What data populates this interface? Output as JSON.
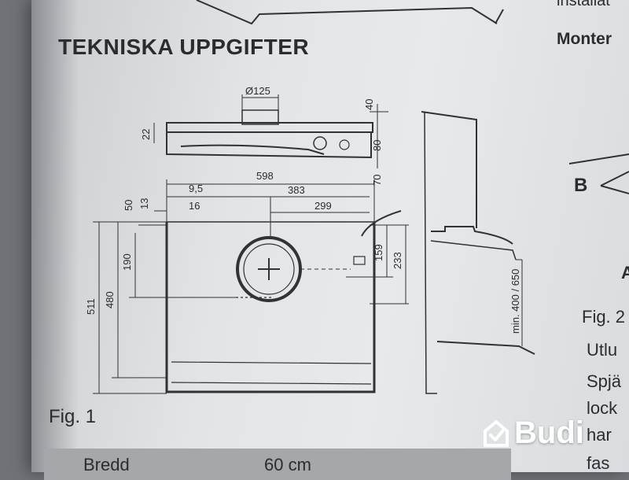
{
  "page": {
    "title": "TEKNISKA UPPGIFTER",
    "figure_caption": "Fig. 1"
  },
  "right_column": {
    "top_text": "installat",
    "heading": "Monter",
    "label_b": "B",
    "label_a": "A",
    "fig2": "Fig. 2",
    "lines": [
      "Utlu",
      "Spjä",
      "lock",
      "har",
      "fas"
    ]
  },
  "drawing": {
    "labels": {
      "duct_diameter": "Ø125",
      "height_40": "40",
      "height_22": "22",
      "height_80": "80",
      "height_70": "70",
      "width_598": "598",
      "offset_9_5": "9,5",
      "offset_383": "383",
      "offset_50": "50",
      "offset_13": "13",
      "offset_16": "16",
      "offset_299": "299",
      "depth_511": "511",
      "depth_480": "480",
      "depth_190": "190",
      "depth_159": "159",
      "depth_233": "233",
      "side_min": "min. 400 / 650"
    }
  },
  "table": {
    "row1_label": "Bredd",
    "row1_value": "60 cm"
  },
  "watermark": {
    "text": "Budi"
  }
}
